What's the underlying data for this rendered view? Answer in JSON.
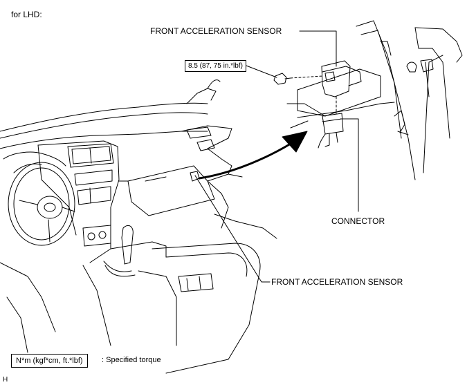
{
  "header": {
    "title": "for LHD:"
  },
  "callouts": {
    "sensor_top": "FRONT ACCELERATION SENSOR",
    "sensor_bottom": "FRONT ACCELERATION SENSOR",
    "connector": "CONNECTOR"
  },
  "torque": {
    "value": "8.5 (87, 75 in.*lbf)"
  },
  "legend": {
    "unit_box": "N*m (kgf*cm, ft.*lbf)",
    "description": ": Specified torque"
  },
  "footer": {
    "code": "H"
  }
}
